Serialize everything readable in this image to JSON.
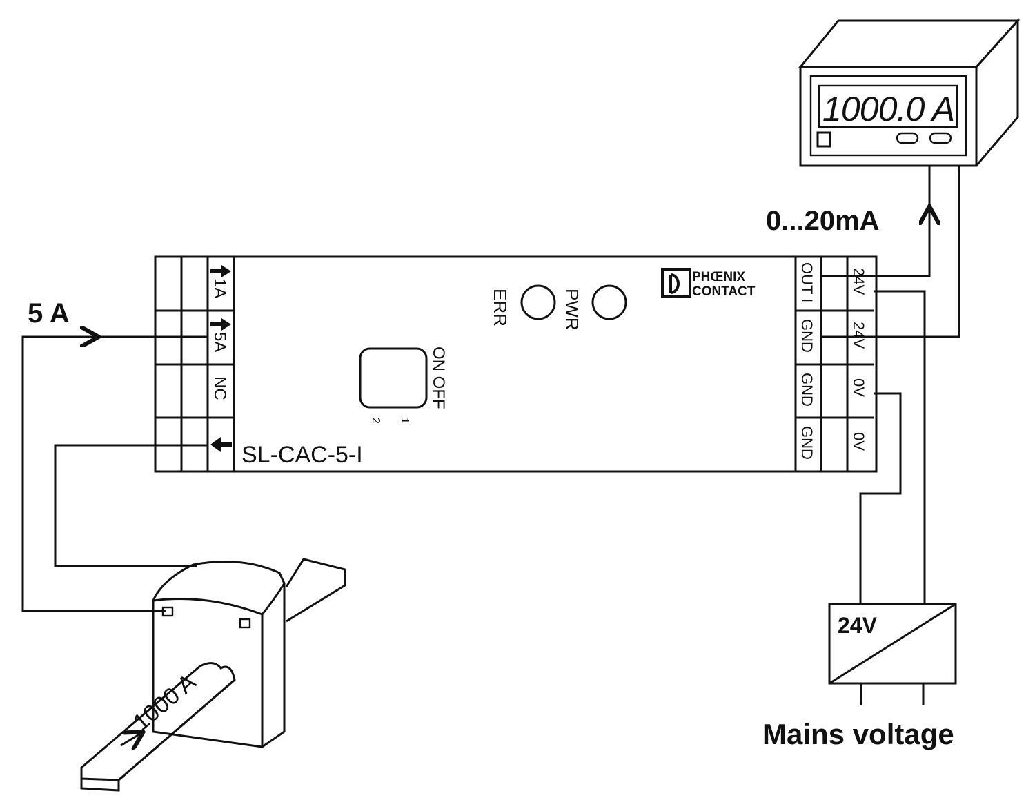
{
  "labels": {
    "input_current": "5 A",
    "output_signal": "0...20mA",
    "mains": "Mains voltage",
    "psu_voltage": "24V",
    "primary_current": "1000 A"
  },
  "module": {
    "model": "SL-CAC-5-I",
    "brand_line1": "PHŒNIX",
    "brand_line2": "CONTACT",
    "led_err": "ERR",
    "led_pwr": "PWR",
    "switch_label": "ON OFF",
    "switch_pos1": "1",
    "switch_pos2": "2",
    "left_terminals": [
      "1A",
      "5A",
      "NC",
      ""
    ],
    "right_terminals_inner": [
      "OUT I",
      "GND",
      "GND",
      "GND"
    ],
    "right_terminals_outer": [
      "24V",
      "24V",
      "0V",
      "0V"
    ]
  },
  "meter": {
    "display": "1000.0 A"
  }
}
